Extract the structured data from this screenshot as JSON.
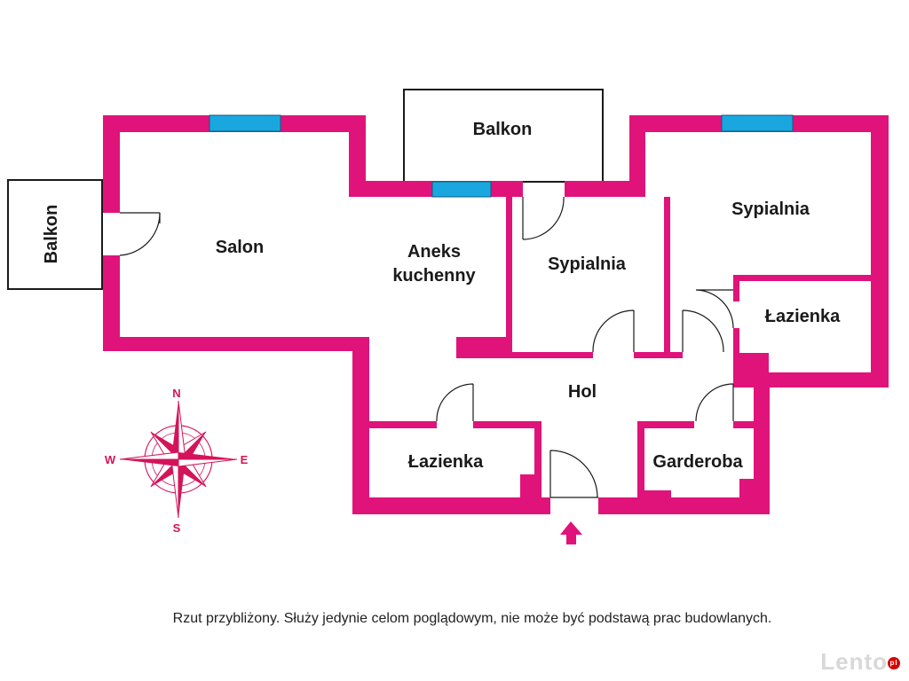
{
  "colors": {
    "wall": "#e0137a",
    "window": "#1aa7e0",
    "line": "#1a1a1a",
    "compass": "#d4145a"
  },
  "rooms": {
    "balkon_left": "Balkon",
    "balkon_top": "Balkon",
    "salon": "Salon",
    "aneks_line1": "Aneks",
    "aneks_line2": "kuchenny",
    "sypialnia_small": "Sypialnia",
    "sypialnia_large": "Sypialnia",
    "lazienka_right": "Łazienka",
    "hol": "Hol",
    "lazienka_bottom": "Łazienka",
    "garderoba": "Garderoba"
  },
  "compass": {
    "n": "N",
    "s": "S",
    "e": "E",
    "w": "W"
  },
  "entrance_icon": "entrance-arrow-icon",
  "disclaimer": "Rzut przybliżony. Służy jedynie celom poglądowym, nie może być podstawą prac budowlanych.",
  "watermark": {
    "text": "Lento",
    "badge": "pl"
  }
}
